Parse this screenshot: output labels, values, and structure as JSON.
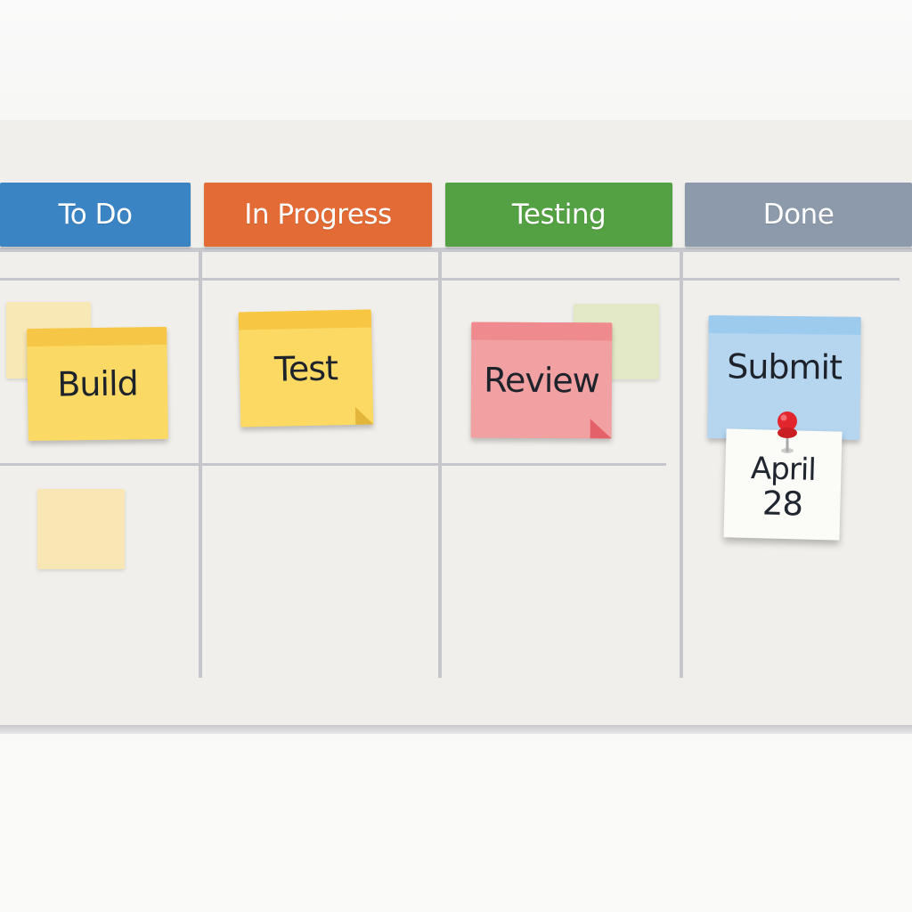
{
  "board": {
    "columns": [
      {
        "title": "To Do",
        "color": "#3a84c4"
      },
      {
        "title": "In Progress",
        "color": "#e36b35"
      },
      {
        "title": "Testing",
        "color": "#53a143"
      },
      {
        "title": "Done",
        "color": "#8d9aab"
      }
    ],
    "cards": [
      {
        "label": "Build",
        "color": "#fbd965",
        "band": "#f6c746",
        "column": "To Do"
      },
      {
        "label": "Test",
        "color": "#fbd963",
        "band": "#f7c744",
        "column": "In Progress"
      },
      {
        "label": "Review",
        "color": "#f2a1a3",
        "band": "#ef8a8e",
        "column": "Testing"
      },
      {
        "label": "Submit",
        "color": "#b6d6f0",
        "band": "#9ccbee",
        "column": "Done"
      }
    ],
    "date_card": {
      "month": "April",
      "day": "28"
    },
    "pin_color": "#e3262d"
  }
}
